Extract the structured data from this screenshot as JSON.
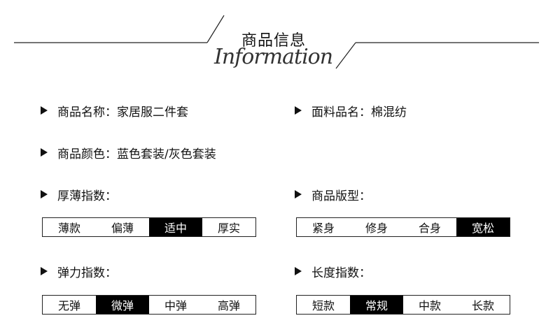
{
  "header": {
    "title": "商品信息",
    "script_text": "Information"
  },
  "specs": {
    "name_label": "商品名称：",
    "name_value": "家居服二件套",
    "fabric_label": "面料品名：",
    "fabric_value": "棉混纺",
    "color_label": "商品颜色：",
    "color_value": "蓝色套装/灰色套装"
  },
  "scales": {
    "thickness": {
      "label": "厚薄指数：",
      "options": [
        "薄款",
        "偏薄",
        "适中",
        "厚实"
      ],
      "selected": 2
    },
    "fit": {
      "label": "商品版型：",
      "options": [
        "紧身",
        "修身",
        "合身",
        "宽松"
      ],
      "selected": 3
    },
    "elasticity": {
      "label": "弹力指数：",
      "options": [
        "无弹",
        "微弹",
        "中弹",
        "高弹"
      ],
      "selected": 1
    },
    "length": {
      "label": "长度指数：",
      "options": [
        "短款",
        "常规",
        "中款",
        "长款"
      ],
      "selected": 1
    }
  },
  "colors": {
    "selected_bg": "#000000",
    "text": "#111111",
    "background": "#ffffff"
  }
}
